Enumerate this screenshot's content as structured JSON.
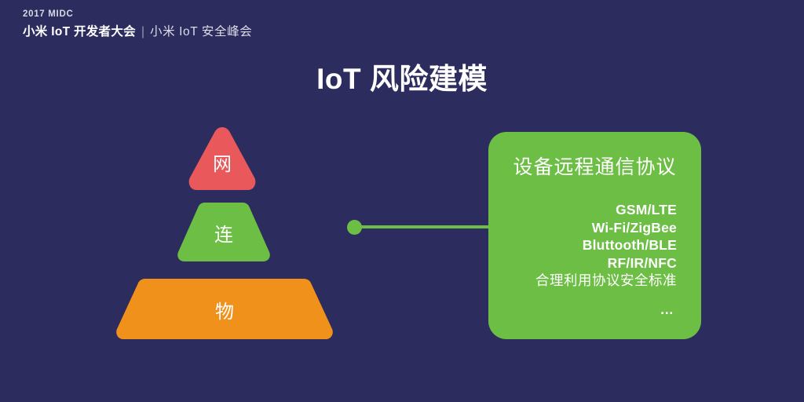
{
  "theme": {
    "background": "#2c2c5e",
    "accent_green": "#6cbe45",
    "accent_red": "#e9585a",
    "accent_orange": "#f0911c",
    "text": "#ffffff"
  },
  "header": {
    "event_year_line": "2017 MIDC",
    "main_title": "小米 IoT 开发者大会",
    "separator": "|",
    "sub_title": "小米 IoT 安全峰会"
  },
  "slide": {
    "title": "IoT 风险建模"
  },
  "pyramid": {
    "tiers": [
      {
        "label": "网",
        "color": "#e9585a",
        "shape": "triangle",
        "level": "top"
      },
      {
        "label": "连",
        "color": "#6cbe45",
        "shape": "trapezoid",
        "level": "middle"
      },
      {
        "label": "物",
        "color": "#f0911c",
        "shape": "trapezoid",
        "level": "bottom"
      }
    ]
  },
  "connector": {
    "dot_color": "#6cbe45",
    "line_color": "#6cbe45"
  },
  "panel": {
    "title": "设备远程通信协议",
    "items": [
      "GSM/LTE",
      "Wi-Fi/ZigBee",
      "Bluttooth/BLE",
      "RF/IR/NFC",
      "合理利用协议安全标准",
      "…"
    ]
  }
}
